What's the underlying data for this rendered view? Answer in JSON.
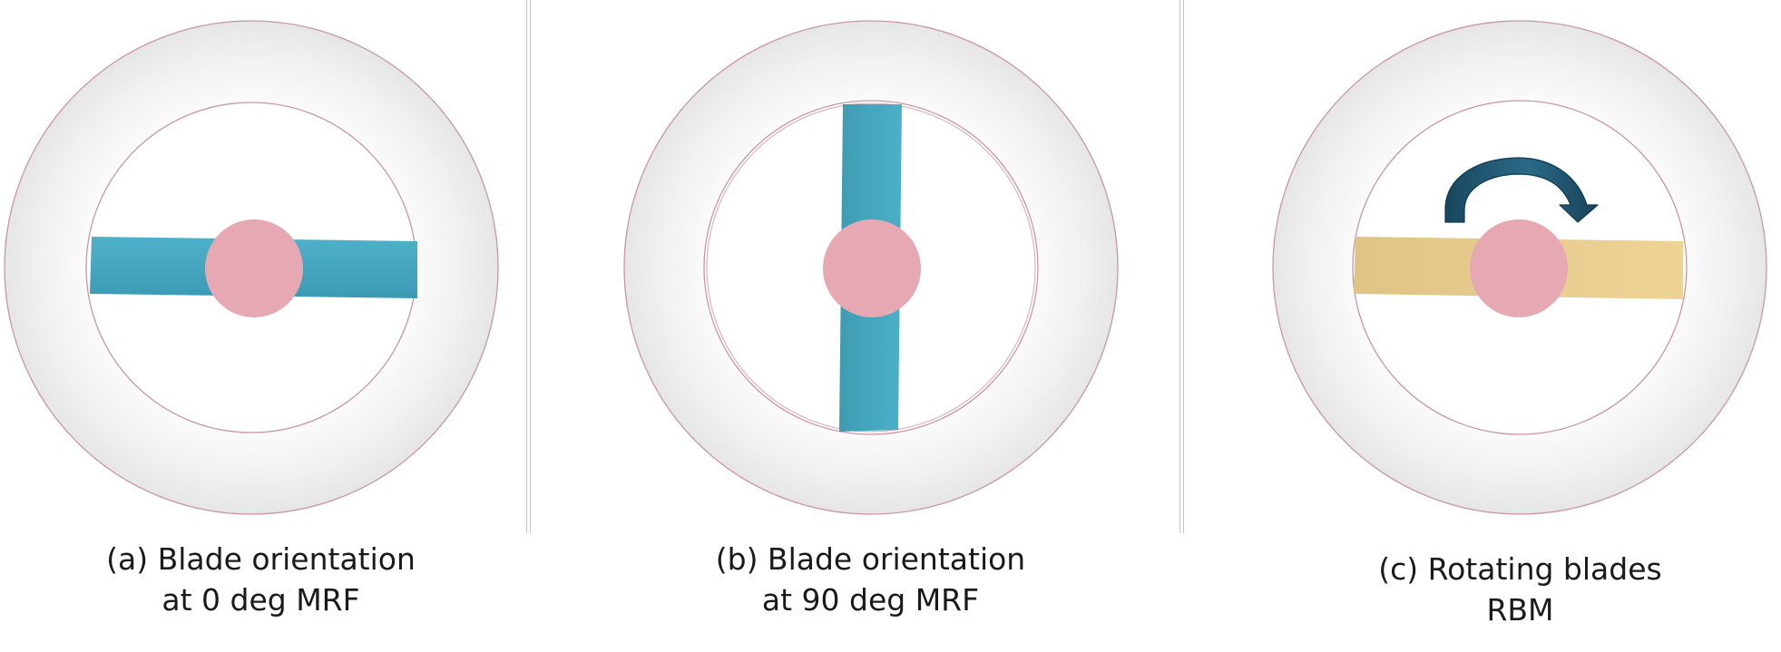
{
  "panels": [
    {
      "id": "a",
      "caption_line1": "(a) Blade orientation",
      "caption_line2": "at 0 deg MRF",
      "blade_orientation_deg": 0,
      "blade_color": "#45a8c0"
    },
    {
      "id": "b",
      "caption_line1": "(b) Blade orientation",
      "caption_line2": "at 90 deg MRF",
      "blade_orientation_deg": 90,
      "blade_color": "#45a8c0"
    },
    {
      "id": "c",
      "caption_line1": "(c) Rotating blades",
      "caption_line2": "RBM",
      "blade_orientation_deg": 0,
      "blade_color": "#eacd8c",
      "rotation_arrow_icon": "clockwise-arrow-icon",
      "arrow_color": "#1f4e66"
    }
  ],
  "colors": {
    "hub": "#e6a9b4",
    "ring_fill": "#efefef",
    "ring_outline": "#c896a8",
    "divider": "#c4c4c4"
  }
}
